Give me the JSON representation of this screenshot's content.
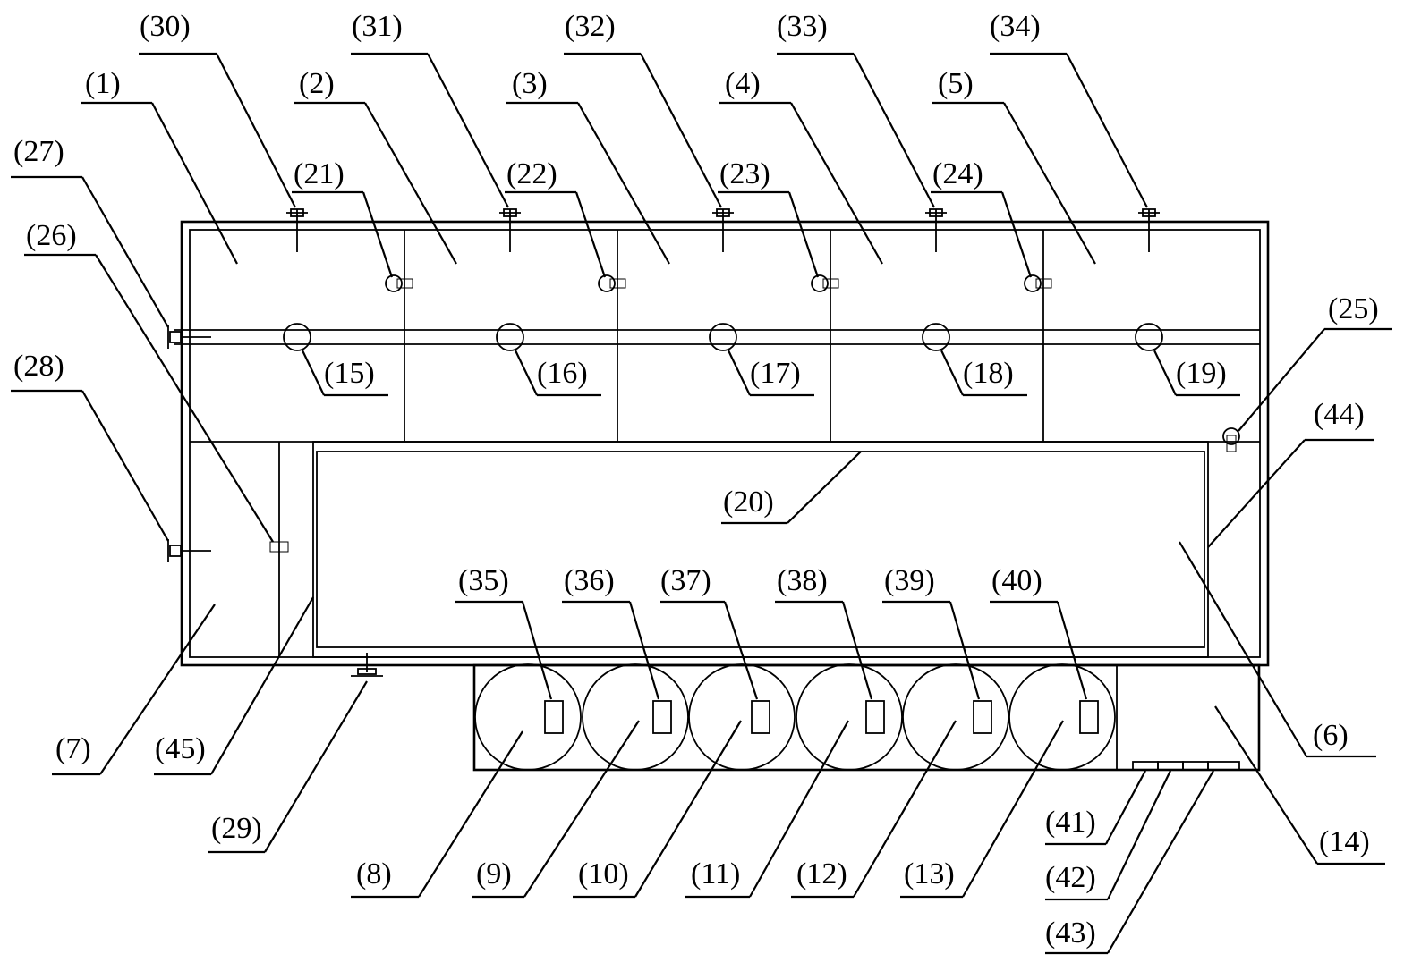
{
  "labels": {
    "l1": "(1)",
    "l2": "(2)",
    "l3": "(3)",
    "l4": "(4)",
    "l5": "(5)",
    "l6": "(6)",
    "l7": "(7)",
    "l8": "(8)",
    "l9": "(9)",
    "l10": "(10)",
    "l11": "(11)",
    "l12": "(12)",
    "l13": "(13)",
    "l14": "(14)",
    "l15": "(15)",
    "l16": "(16)",
    "l17": "(17)",
    "l18": "(18)",
    "l19": "(19)",
    "l20": "(20)",
    "l21": "(21)",
    "l22": "(22)",
    "l23": "(23)",
    "l24": "(24)",
    "l25": "(25)",
    "l26": "(26)",
    "l27": "(27)",
    "l28": "(28)",
    "l29": "(29)",
    "l30": "(30)",
    "l31": "(31)",
    "l32": "(32)",
    "l33": "(33)",
    "l34": "(34)",
    "l35": "(35)",
    "l36": "(36)",
    "l37": "(37)",
    "l38": "(38)",
    "l39": "(39)",
    "l40": "(40)",
    "l41": "(41)",
    "l42": "(42)",
    "l43": "(43)",
    "l44": "(44)",
    "l45": "(45)"
  }
}
